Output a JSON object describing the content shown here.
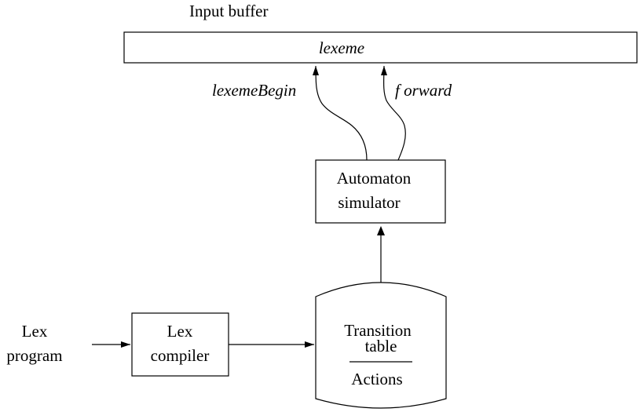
{
  "input_buffer": {
    "title": "Input buffer",
    "content": "lexeme"
  },
  "pointers": {
    "begin": "lexemeBegin",
    "forward": "f orward"
  },
  "automaton": {
    "line1": "Automaton",
    "line2": "simulator"
  },
  "table": {
    "line1": "Transition",
    "line2": "table",
    "line3": "Actions"
  },
  "compiler": {
    "line1": "Lex",
    "line2": "compiler"
  },
  "program": {
    "line1": "Lex",
    "line2": "program"
  }
}
